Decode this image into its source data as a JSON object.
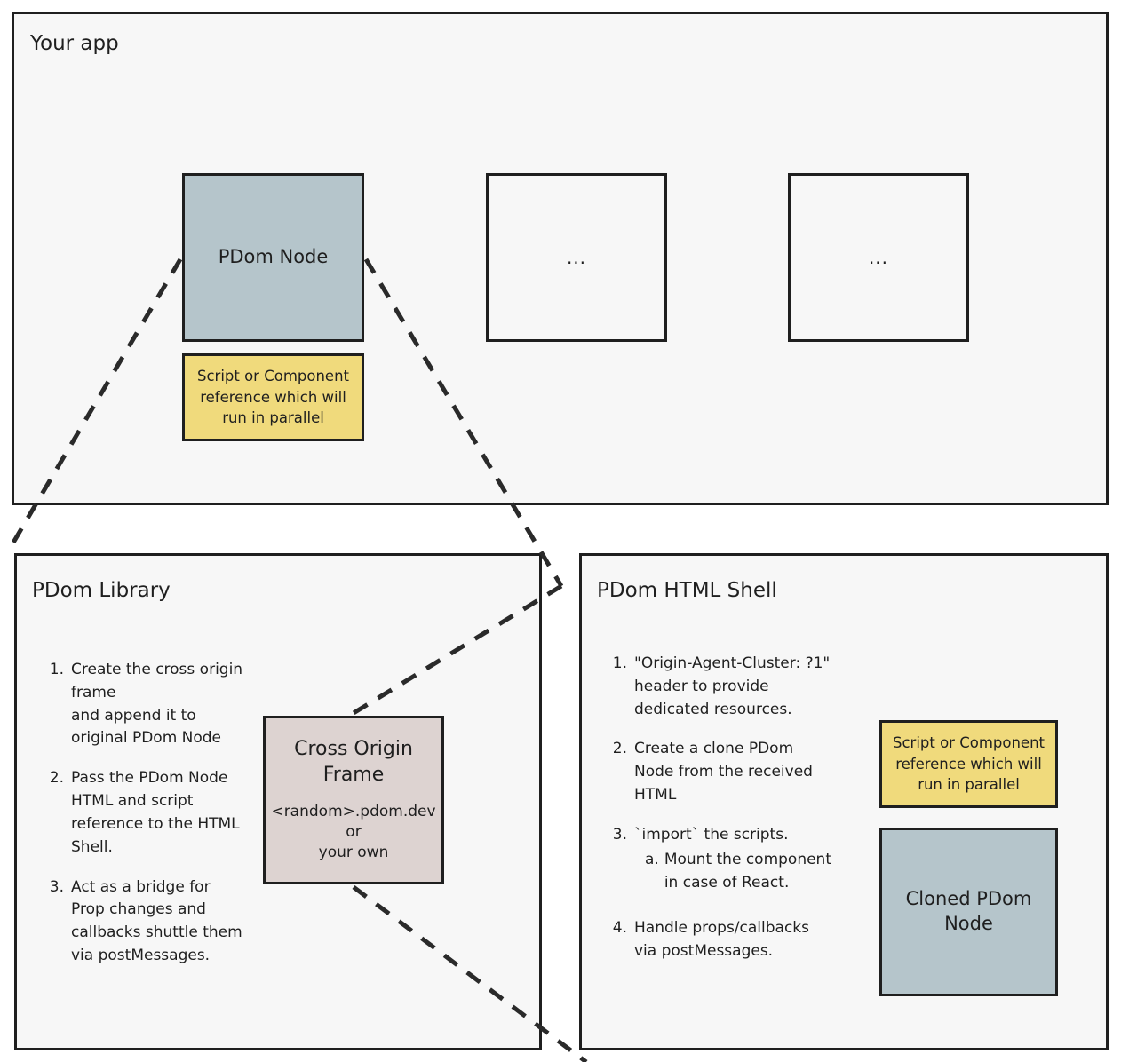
{
  "diagram": {
    "title_app": "Your app",
    "title_library": "PDom Library",
    "title_shell": "PDom HTML Shell"
  },
  "colors": {
    "node_fill": "#b5c5cb",
    "script_fill": "#f0da7c",
    "frame_fill": "#ddd3d1",
    "panel_fill": "#f7f7f7",
    "stroke": "#1f1f1f"
  },
  "app_panel": {
    "title": "Your app",
    "pdom_node_label": "PDom Node",
    "script_box_label": "Script or Component reference which will run in parallel",
    "placeholder_box_1": "...",
    "placeholder_box_2": "..."
  },
  "library_panel": {
    "title": "PDom Library",
    "steps": [
      {
        "num": "1.",
        "text": "Create the cross origin frame\nand append it to\noriginal PDom Node"
      },
      {
        "num": "2.",
        "text": "Pass the PDom Node HTML and script reference to the HTML Shell."
      },
      {
        "num": "3.",
        "text": "Act as a bridge for Prop changes and callbacks shuttle them via postMessages."
      }
    ],
    "cross_origin_frame": {
      "title": "Cross Origin Frame",
      "subtitle": "<random>.pdom.dev\nor\nyour own"
    }
  },
  "shell_panel": {
    "title": "PDom HTML Shell",
    "steps": [
      {
        "num": "1.",
        "text": "\"Origin-Agent-Cluster: ?1\" header to provide dedicated resources."
      },
      {
        "num": "2.",
        "text": "Create a clone PDom Node from the received HTML"
      },
      {
        "num": "3.",
        "text": "`import` the scripts.",
        "substeps": [
          {
            "num": "a.",
            "text": "Mount the component in case of React."
          }
        ]
      },
      {
        "num": "4.",
        "text": "Handle props/callbacks via postMessages."
      }
    ],
    "script_box_label": "Script or Component reference which will run in parallel",
    "cloned_node_label": "Cloned PDom Node"
  }
}
